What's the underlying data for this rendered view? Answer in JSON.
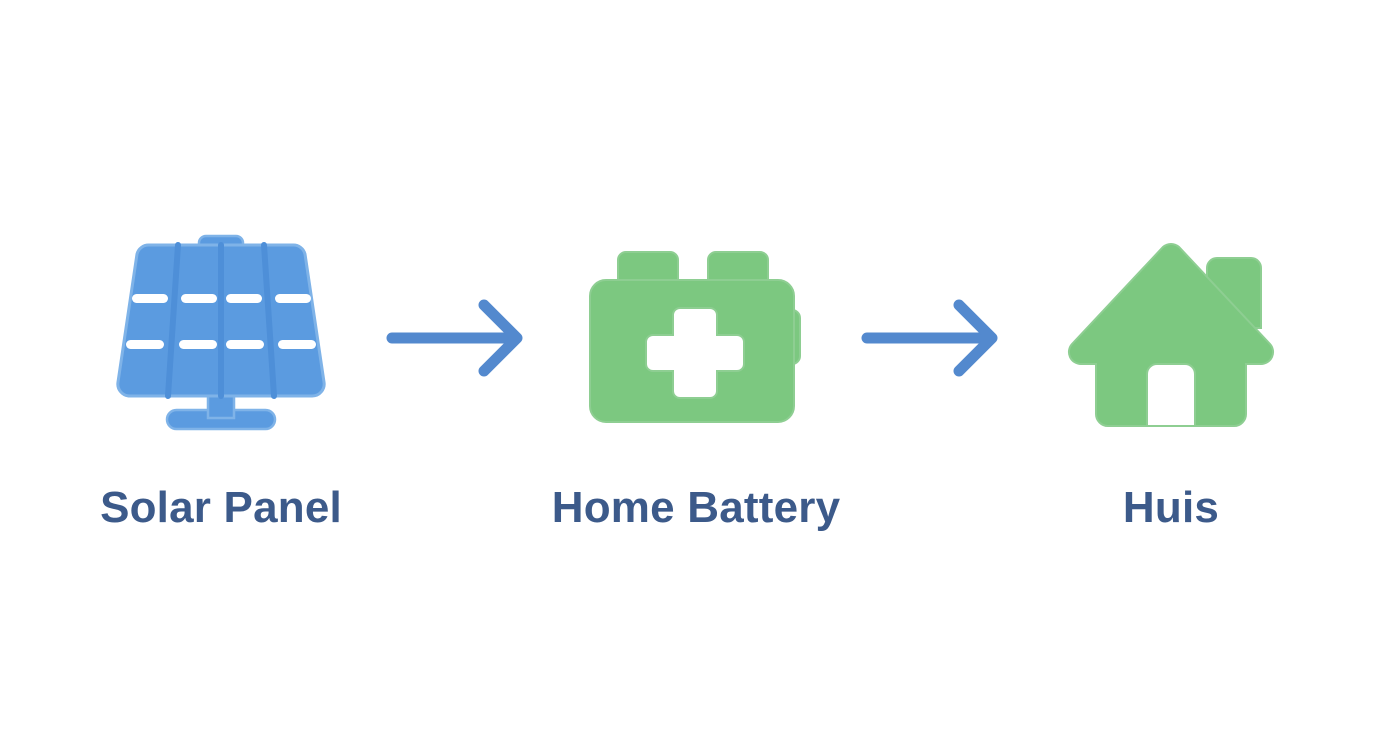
{
  "diagram": {
    "title": "Solar energy flow diagram",
    "type": "horizontal-flow",
    "background_color": "#ffffff",
    "colors": {
      "solar_blue": "#5b9be0",
      "solar_blue_dark": "#4a8ad0",
      "solar_stroke": "#7fb3e8",
      "green": "#7cc880",
      "green_stroke": "#8ece92",
      "arrow_blue": "#5389ce",
      "label_text": "#3c5a8a",
      "cutout_white": "#ffffff"
    },
    "nodes": [
      {
        "id": "solar-panel",
        "label": "Solar Panel",
        "icon": "solar-panel-icon",
        "color": "#5b9be0"
      },
      {
        "id": "home-battery",
        "label": "Home Battery",
        "icon": "battery-icon",
        "color": "#7cc880"
      },
      {
        "id": "huis",
        "label": "Huis",
        "icon": "house-icon",
        "color": "#7cc880"
      }
    ],
    "connectors": [
      {
        "id": "arrow-solar-to-battery",
        "icon": "arrow-right-icon",
        "from": "solar-panel",
        "to": "home-battery",
        "color": "#5389ce"
      },
      {
        "id": "arrow-battery-to-huis",
        "icon": "arrow-right-icon",
        "from": "home-battery",
        "to": "huis",
        "color": "#5389ce"
      }
    ]
  }
}
